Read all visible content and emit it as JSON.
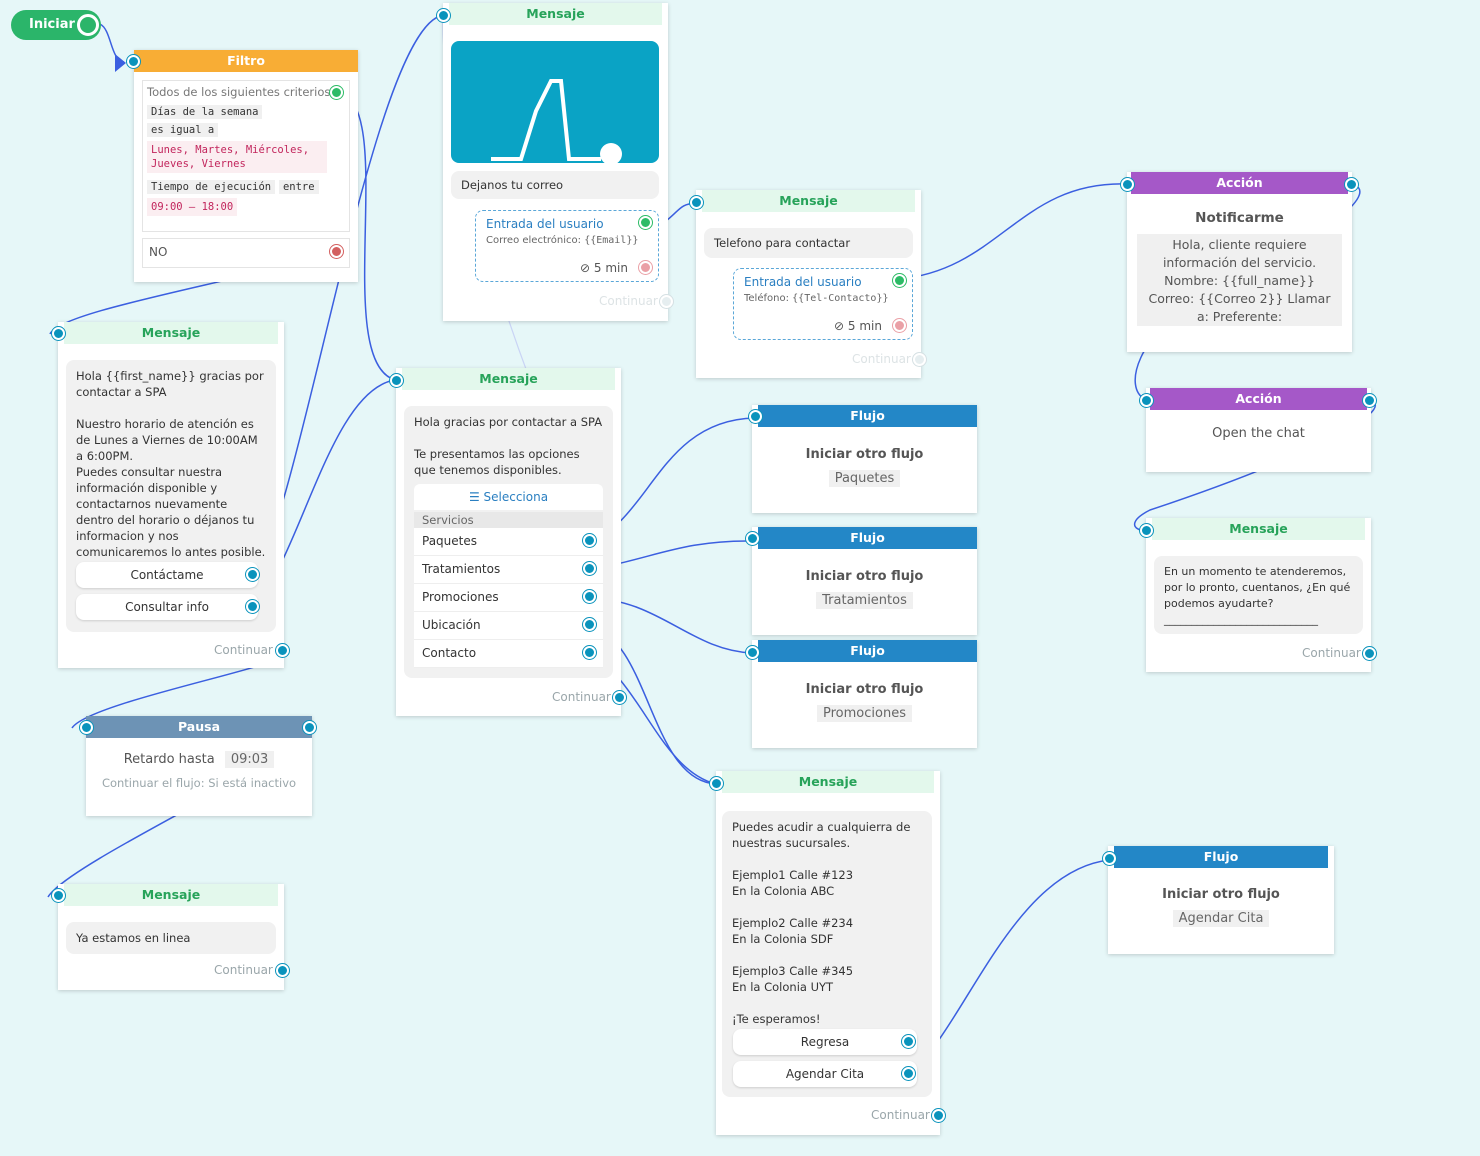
{
  "start": {
    "label": "Iniciar"
  },
  "filter": {
    "title": "Filtro",
    "criteria": "Todos de los siguientes criterios:",
    "field": "Días de la semana",
    "op": "es igual a",
    "value": "Lunes, Martes, Miércoles, Jueves, Viernes",
    "field2": "Tiempo de ejecución",
    "op2": "entre",
    "value2": "09:00 – 18:00",
    "no": "NO"
  },
  "msg1": {
    "title": "Mensaje",
    "text": "Hola  {{first_name}}  gracias por contactar a SPA\n\nNuestro horario de atención es de Lunes a Viernes de  10:00AM a 6:00PM.\nPuedes consultar nuestra información disponible y contactarnos nuevamente dentro del horario o déjanos tu informacion y nos comunicaremos lo antes posible.",
    "btn1": "Contáctame",
    "btn2": "Consultar info",
    "continue": "Continuar"
  },
  "pause": {
    "title": "Pausa",
    "label": "Retardo hasta",
    "time": "09:03",
    "sub": "Continuar el flujo: Si está inactivo"
  },
  "msg2": {
    "title": "Mensaje",
    "text": "Ya estamos en linea",
    "continue": "Continuar"
  },
  "msg3": {
    "title": "Mensaje",
    "text": "Dejanos tu correo",
    "input_title": "Entrada del usuario",
    "input_field": "Correo electrónico:",
    "input_var": "{{Email}}",
    "timeout": "5 min",
    "continue": "Continuar"
  },
  "msg4": {
    "title": "Mensaje",
    "text": "Hola gracias por contactar a SPA\n\nTe presentamos las opciones que tenemos disponibles.",
    "select": "☰ Selecciona",
    "section": "Servicios",
    "options": [
      "Paquetes",
      "Tratamientos",
      "Promociones",
      "Ubicación",
      "Contacto"
    ],
    "continue": "Continuar"
  },
  "msg5": {
    "title": "Mensaje",
    "text": "Telefono para contactar",
    "input_title": "Entrada del usuario",
    "input_field": "Teléfono:",
    "input_var": "{{Tel-Contacto}}",
    "timeout": "5 min",
    "continue": "Continuar"
  },
  "flow1": {
    "title": "Flujo",
    "label": "Iniciar otro flujo",
    "tag": "Paquetes"
  },
  "flow2": {
    "title": "Flujo",
    "label": "Iniciar otro flujo",
    "tag": "Tratamientos"
  },
  "flow3": {
    "title": "Flujo",
    "label": "Iniciar otro flujo",
    "tag": "Promociones"
  },
  "flow4": {
    "title": "Flujo",
    "label": "Iniciar otro flujo",
    "tag": "Agendar Cita"
  },
  "msg6": {
    "title": "Mensaje",
    "text": "Puedes acudir a cualquierra de nuestras sucursales.\n\nEjemplo1 Calle #123\nEn la Colonia ABC\n\nEjemplo2 Calle #234\nEn la Colonia SDF\n\nEjemplo3 Calle #345\nEn la Colonia UYT\n\n¡Te esperamos!",
    "btn1": "Regresa",
    "btn2": "Agendar Cita",
    "continue": "Continuar"
  },
  "action1": {
    "title": "Acción",
    "label": "Notificarme",
    "text": "Hola, cliente requiere información del servicio. Nombre: {{full_name}} Correo: {{Correo 2}} Llamar a: Preferente:"
  },
  "action2": {
    "title": "Acción",
    "label": "Open the chat"
  },
  "msg7": {
    "title": "Mensaje",
    "text": "En un momento te atenderemos, por lo pronto, cuentanos, ¿En qué podemos ayudarte?\n____________________________",
    "continue": "Continuar"
  },
  "colors": {
    "accent": "#0a93bc",
    "message": "#27a35a",
    "filter": "#f8ad35",
    "action": "#a558c8",
    "flow": "#2387c7",
    "pause": "#6d93b5",
    "edge": "#3b5fe0"
  },
  "icons": [
    "ban-icon",
    "image-placeholder-icon",
    "list-icon"
  ]
}
